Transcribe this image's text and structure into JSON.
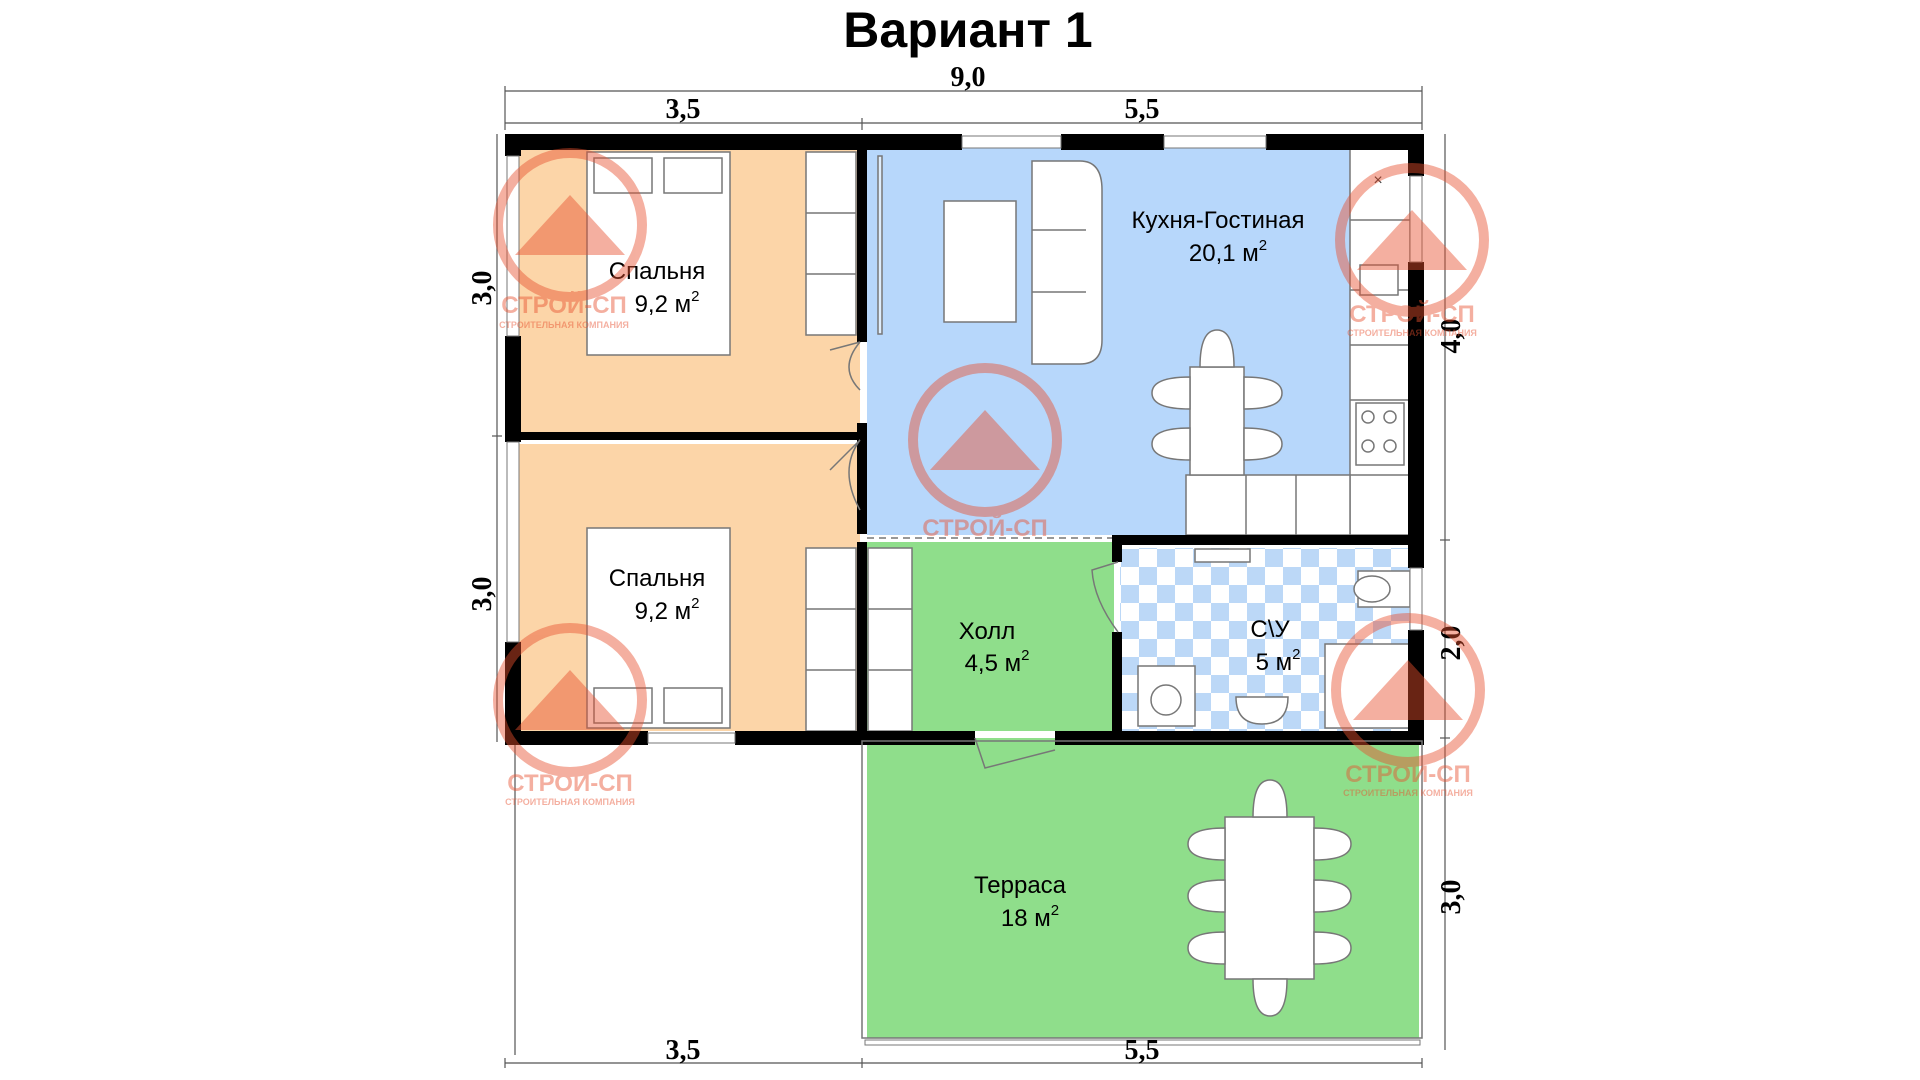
{
  "title": "Вариант 1",
  "dimensions": {
    "total_width": "9,0",
    "top_left": "3,5",
    "top_right": "5,5",
    "left_upper": "3,0",
    "left_lower": "3,0",
    "right_upper": "4,0",
    "right_middle": "2,0",
    "right_lower": "3,0",
    "bottom_left": "3,5",
    "bottom_right": "5,5"
  },
  "rooms": {
    "bedroom1": {
      "name": "Спальня",
      "area": "9,2 м",
      "sup": "2"
    },
    "bedroom2": {
      "name": "Спальня",
      "area": "9,2 м",
      "sup": "2"
    },
    "kitchen": {
      "name": "Кухня-Гостиная",
      "area": "20,1 м",
      "sup": "2"
    },
    "hall": {
      "name": "Холл",
      "area": "4,5 м",
      "sup": "2"
    },
    "bath": {
      "name": "С\\У",
      "area": "5 м",
      "sup": "2"
    },
    "terrace": {
      "name": "Терраса",
      "area": "18 м",
      "sup": "2"
    }
  },
  "watermark": {
    "brand": "СТРОЙ-СП",
    "tagline": "СТРОИТЕЛЬНАЯ КОМПАНИЯ"
  },
  "colors": {
    "bedroom": "#fcd5a8",
    "kitchen": "#b7d7fb",
    "hall": "#8fde8b",
    "terrace": "#8fde8b",
    "wall": "#000000",
    "bath_tile": "#bcd8f7",
    "watermark": "#e8502e"
  }
}
